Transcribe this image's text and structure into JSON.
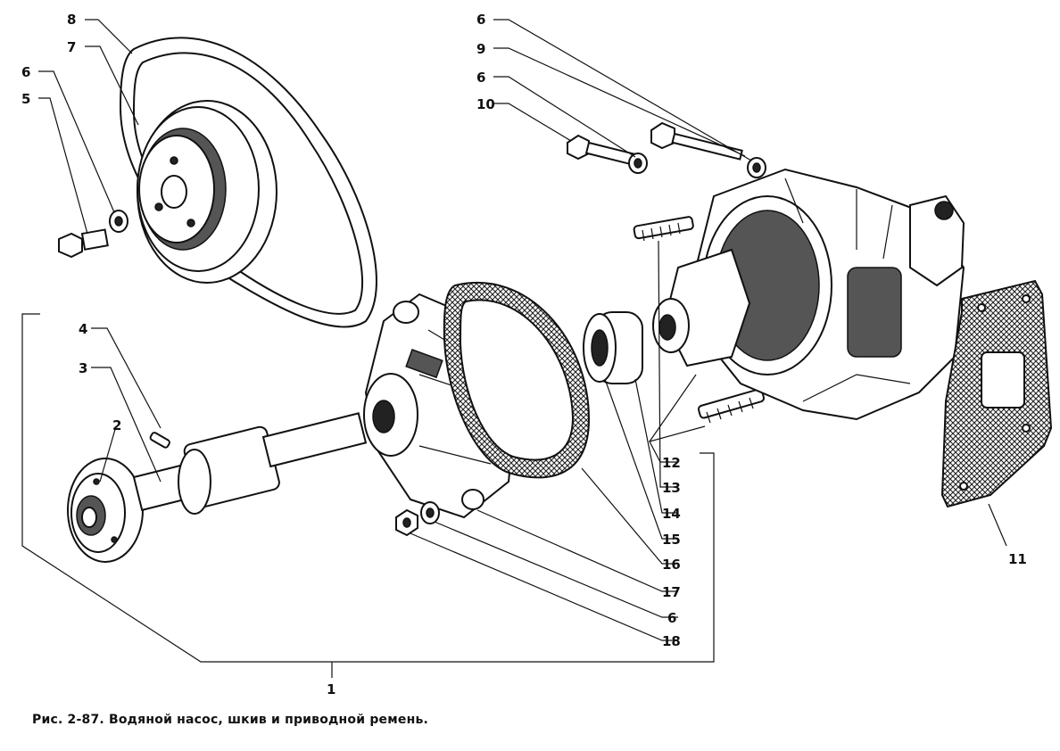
{
  "caption": "Рис. 2-87. Водяной насос, шкив и приводной ремень.",
  "callouts": {
    "c1": "1",
    "c2": "2",
    "c3": "3",
    "c4": "4",
    "c5": "5",
    "c6a": "6",
    "c6b": "6",
    "c6c": "6",
    "c6d": "6",
    "c7": "7",
    "c8": "8",
    "c9": "9",
    "c10": "10",
    "c11": "11",
    "c12": "12",
    "c13": "13",
    "c14": "14",
    "c15": "15",
    "c16": "16",
    "c17": "17",
    "c18": "18"
  }
}
